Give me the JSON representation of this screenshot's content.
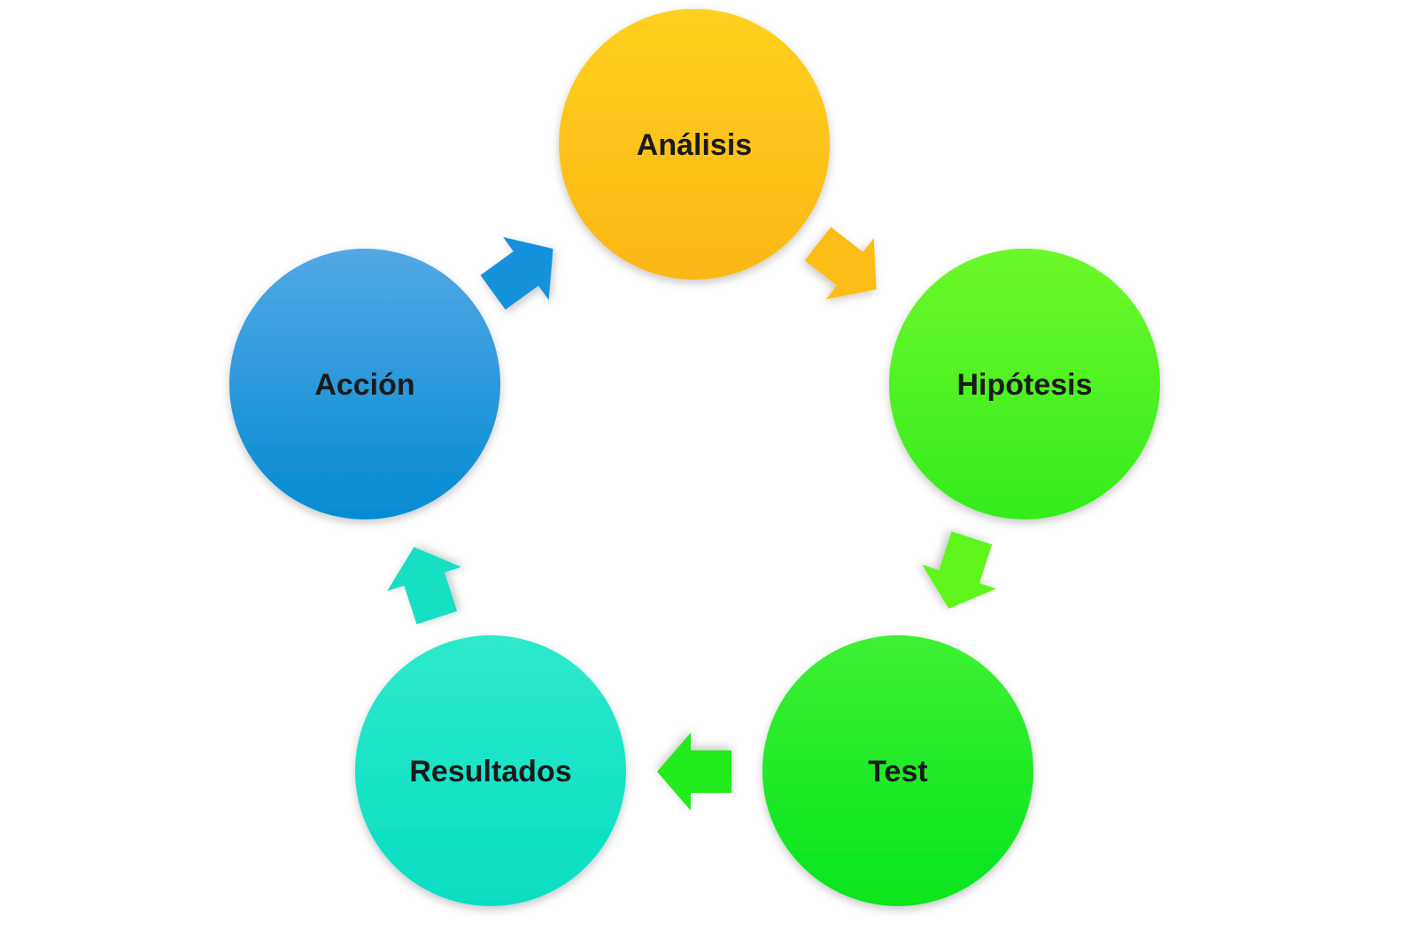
{
  "diagram": {
    "type": "cycle",
    "nodes": [
      {
        "id": "analisis",
        "label": "Análisis",
        "color_top": "#ffd020",
        "color_bottom": "#fbb714"
      },
      {
        "id": "hipotesis",
        "label": "Hipótesis",
        "color_top": "#6cf82a",
        "color_bottom": "#34ec1c"
      },
      {
        "id": "test",
        "label": "Test",
        "color_top": "#3ef032",
        "color_bottom": "#06e51e"
      },
      {
        "id": "resultados",
        "label": "Resultados",
        "color_top": "#2ee9cb",
        "color_bottom": "#06dec3"
      },
      {
        "id": "accion",
        "label": "Acción",
        "color_top": "#52a8e4",
        "color_bottom": "#048bd3"
      }
    ],
    "arrows": [
      {
        "from": "analisis",
        "to": "hipotesis",
        "color": "#fcbe18"
      },
      {
        "from": "hipotesis",
        "to": "test",
        "color": "#5ef51e"
      },
      {
        "from": "test",
        "to": "resultados",
        "color": "#24ec1c"
      },
      {
        "from": "resultados",
        "to": "accion",
        "color": "#12dfc4"
      },
      {
        "from": "accion",
        "to": "analisis",
        "color": "#1892dc"
      }
    ]
  }
}
